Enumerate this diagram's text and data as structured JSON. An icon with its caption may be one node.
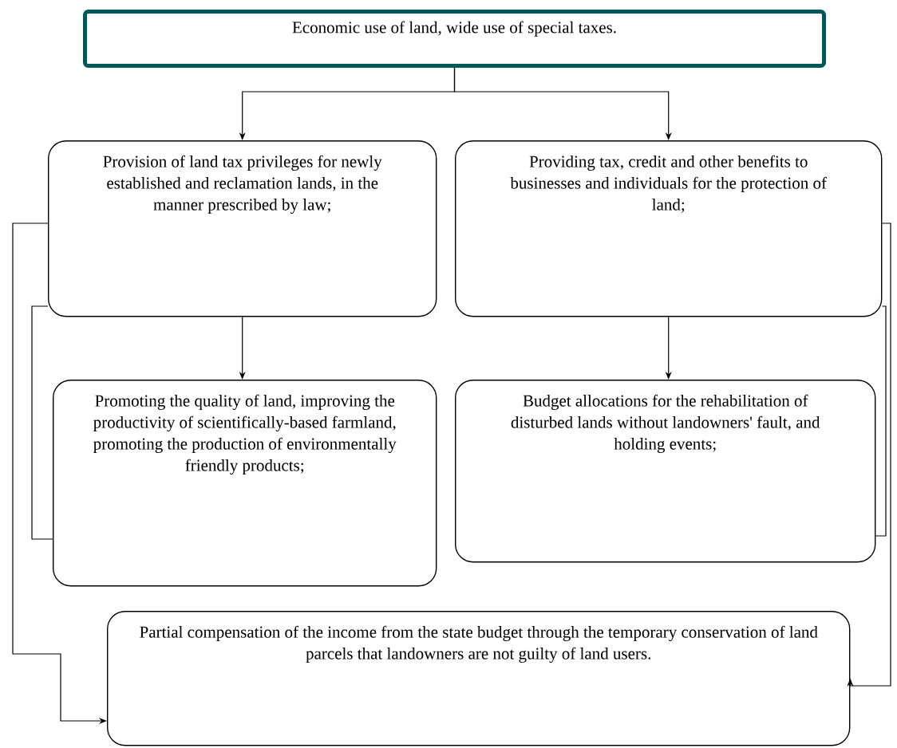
{
  "diagram": {
    "nodes": [
      {
        "text": [
          "Economic use of land, wide use of special taxes."
        ]
      },
      {
        "text": [
          "Provision of land tax privileges for newly established and reclamation lands, in the manner prescribed by law;"
        ]
      },
      {
        "text": [
          "Providing tax, credit and other benefits to businesses and individuals for the protection of land;"
        ]
      },
      {
        "text": [
          "Promoting the quality of land, improving the productivity of scientifically-based farmland, promoting the production of environmentally friendly products;"
        ]
      },
      {
        "text": [
          "Budget allocations for the rehabilitation of disturbed lands without landowners' fault, and holding events;"
        ]
      },
      {
        "text": [
          "Partial compensation of the income from the state budget through the temporary conservation of land parcels that landowners are not guilty of land users."
        ]
      }
    ],
    "edges": [
      {
        "from": 0,
        "to": 1,
        "arrow": "to"
      },
      {
        "from": 0,
        "to": 2,
        "arrow": "to"
      },
      {
        "from": 1,
        "to": 3,
        "arrow": "to"
      },
      {
        "from": 2,
        "to": 4,
        "arrow": "to"
      },
      {
        "from": 1,
        "to": 5,
        "arrow": "to"
      },
      {
        "from": 1,
        "to": 3,
        "arrow": "none"
      },
      {
        "from": 2,
        "to": 5,
        "arrow": "to"
      },
      {
        "from": 2,
        "to": 4,
        "arrow": "none"
      }
    ]
  }
}
